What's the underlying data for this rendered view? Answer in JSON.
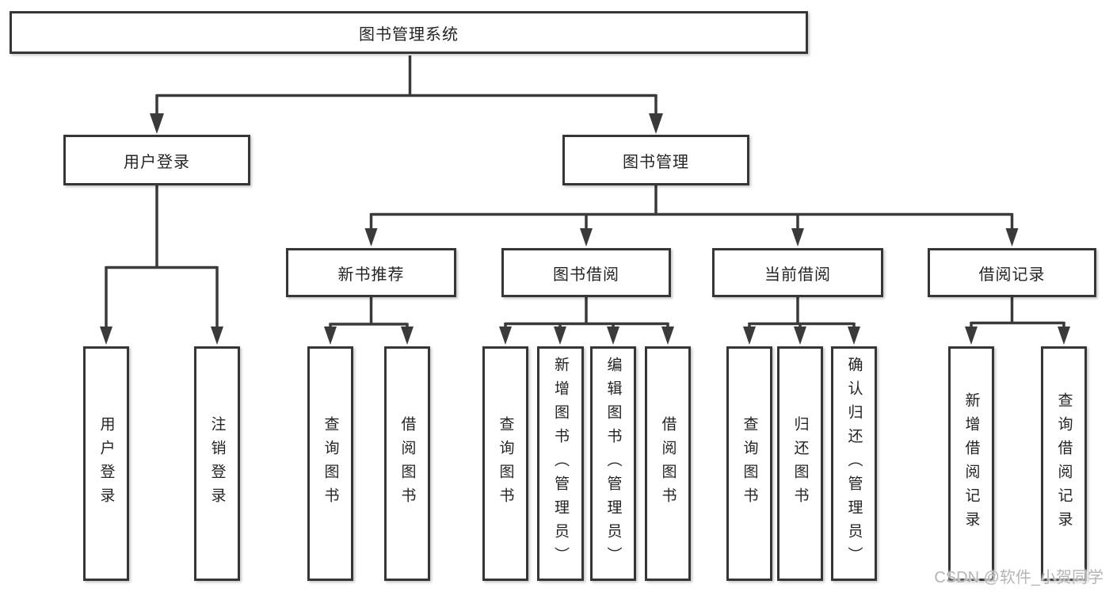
{
  "diagram": {
    "title_node": {
      "label": "图书管理系统"
    },
    "level2": [
      {
        "label": "用户登录"
      },
      {
        "label": "图书管理"
      }
    ],
    "level3": [
      {
        "label": "新书推荐"
      },
      {
        "label": "图书借阅"
      },
      {
        "label": "当前借阅"
      },
      {
        "label": "借阅记录"
      }
    ],
    "leaves": [
      {
        "parent": "用户登录",
        "label": "用户登录"
      },
      {
        "parent": "用户登录",
        "label": "注销登录"
      },
      {
        "parent": "新书推荐",
        "label": "查询图书"
      },
      {
        "parent": "新书推荐",
        "label": "借阅图书"
      },
      {
        "parent": "图书借阅",
        "label": "查询图书"
      },
      {
        "parent": "图书借阅",
        "label": "新增图书（管理员）"
      },
      {
        "parent": "图书借阅",
        "label": "编辑图书（管理员）"
      },
      {
        "parent": "图书借阅",
        "label": "借阅图书"
      },
      {
        "parent": "当前借阅",
        "label": "查询图书"
      },
      {
        "parent": "当前借阅",
        "label": "归还图书"
      },
      {
        "parent": "当前借阅",
        "label": "确认归还（管理员）"
      },
      {
        "parent": "借阅记录",
        "label": "新增借阅记录"
      },
      {
        "parent": "借阅记录",
        "label": "查询借阅记录"
      }
    ],
    "colors": {
      "line": "#3a3a3a",
      "box_border": "#363636",
      "box_fill": "#ffffff",
      "text": "#242424",
      "watermark": "#b5b5b5"
    },
    "watermark": "CSDN @软件_小贺同学"
  }
}
